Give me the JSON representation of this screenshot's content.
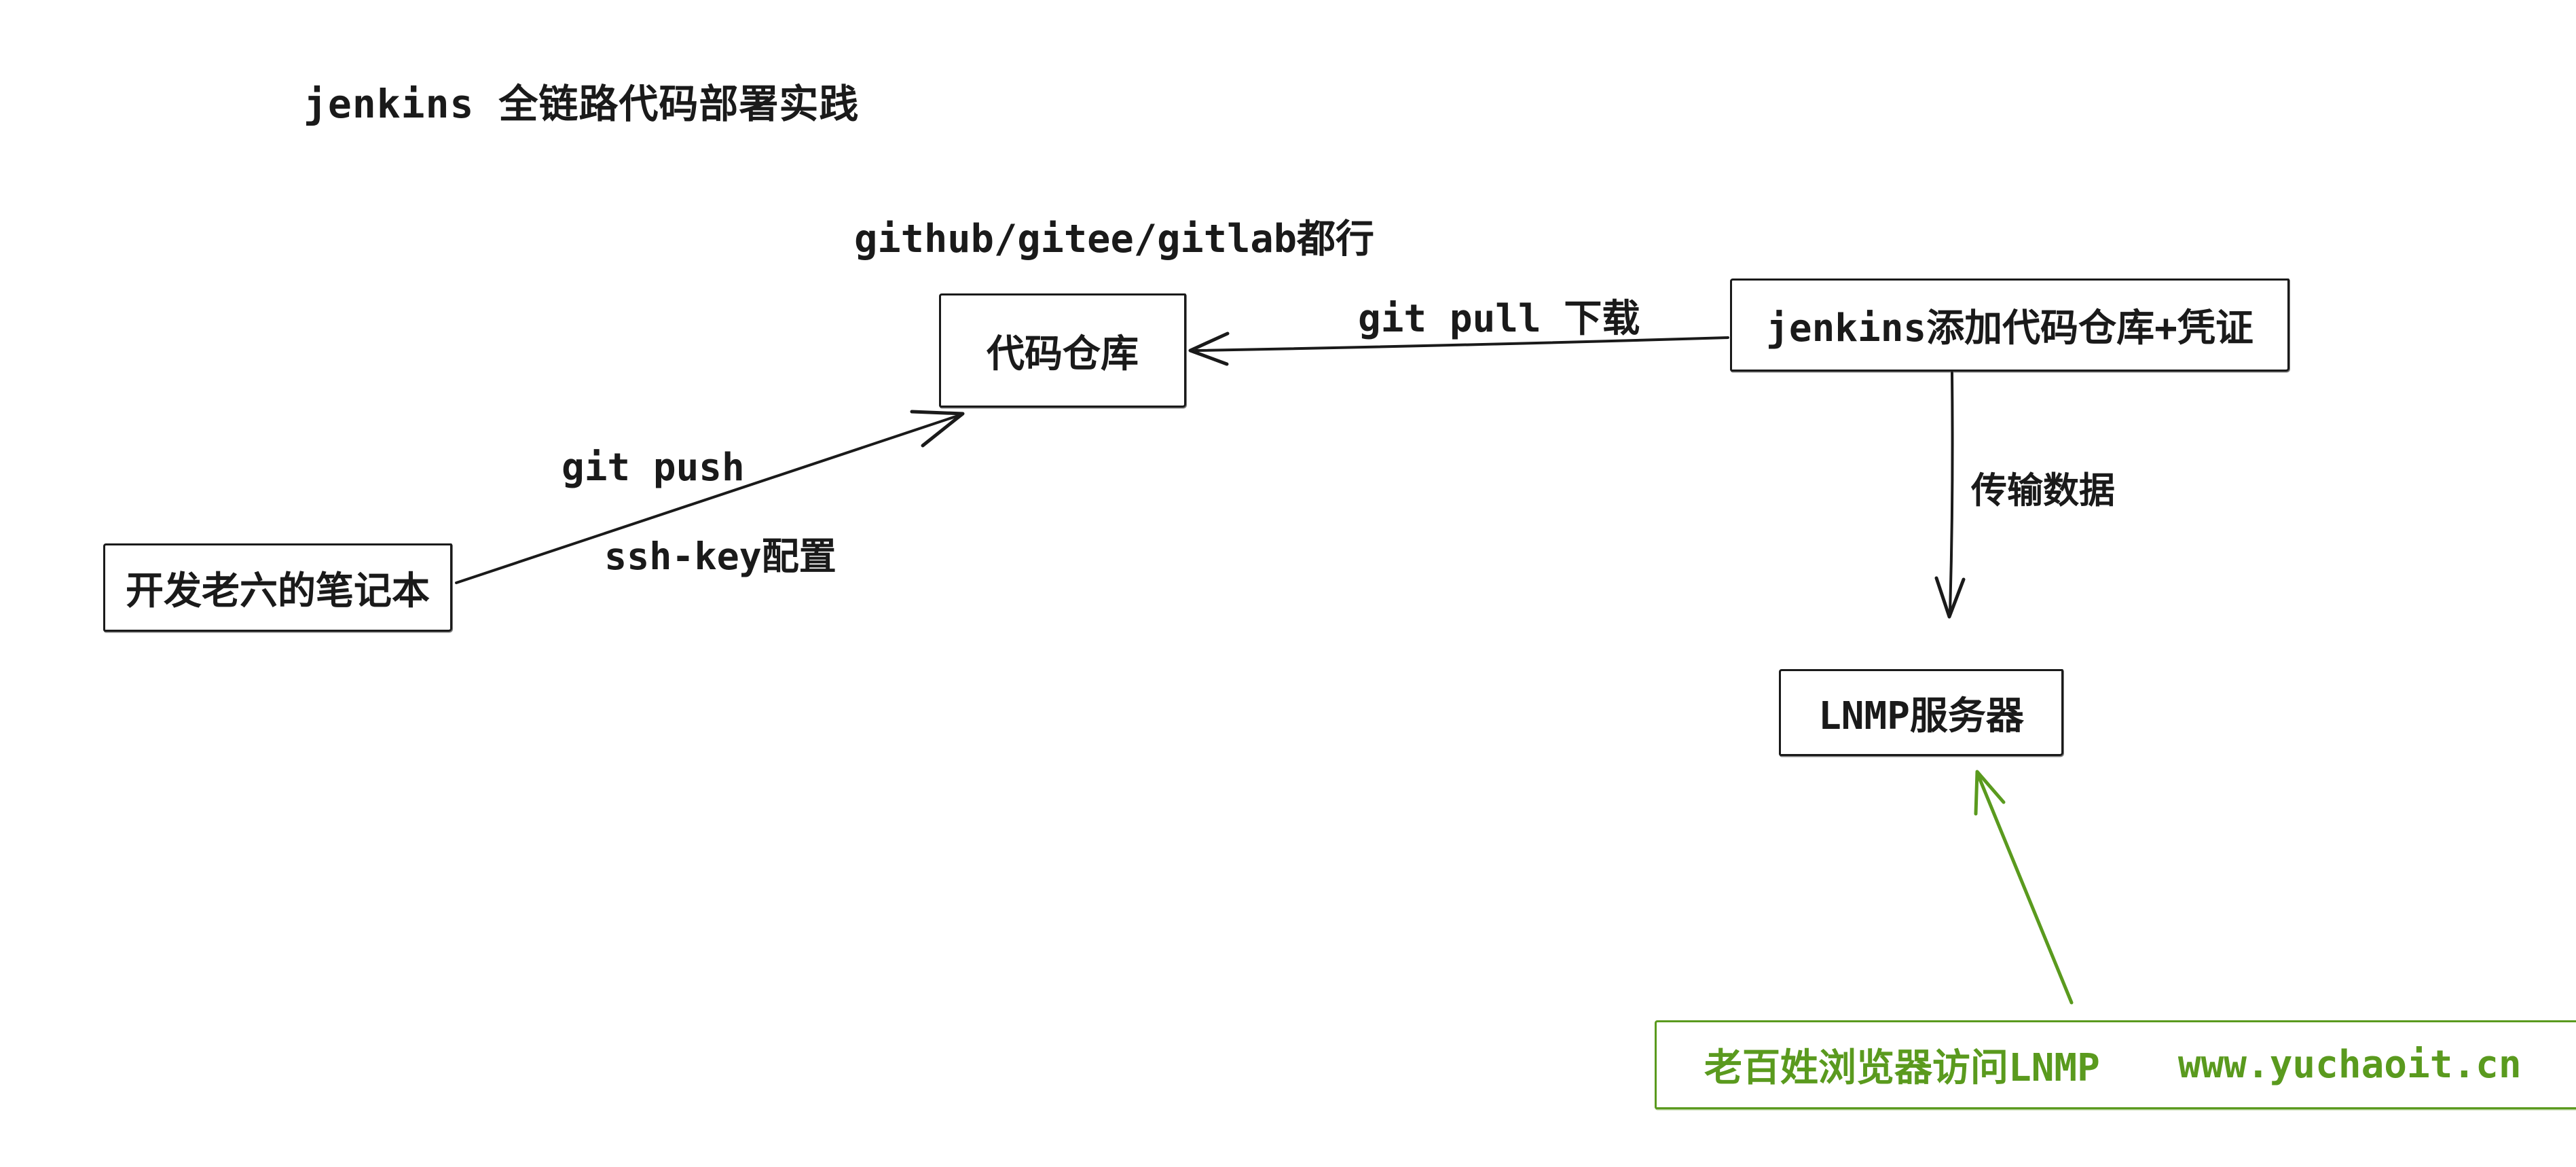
{
  "title": {
    "text": "jenkins 全链路代码部署实践"
  },
  "annotations": {
    "repo_hosting": "github/gitee/gitlab都行"
  },
  "nodes": {
    "code_repo": {
      "label": "代码仓库"
    },
    "jenkins": {
      "label": "jenkins添加代码仓库+凭证"
    },
    "lnmp": {
      "label": "LNMP服务器"
    },
    "dev_laptop": {
      "label": "开发老六的笔记本"
    },
    "visitor": {
      "label": "老百姓浏览器访问LNMP",
      "site": "www.yuchaoit.cn"
    }
  },
  "edges": {
    "git_pull": {
      "label": "git pull 下载",
      "from": "jenkins",
      "to": "code_repo"
    },
    "git_push": {
      "label": "git push",
      "sublabel": "ssh-key配置",
      "from": "dev_laptop",
      "to": "code_repo"
    },
    "transfer": {
      "label": "传输数据",
      "from": "jenkins",
      "to": "lnmp"
    },
    "browse": {
      "from": "visitor",
      "to": "lnmp"
    }
  },
  "colors": {
    "ink": "#1a1a1a",
    "green": "#5a9a1e",
    "background": "#ffffff"
  }
}
